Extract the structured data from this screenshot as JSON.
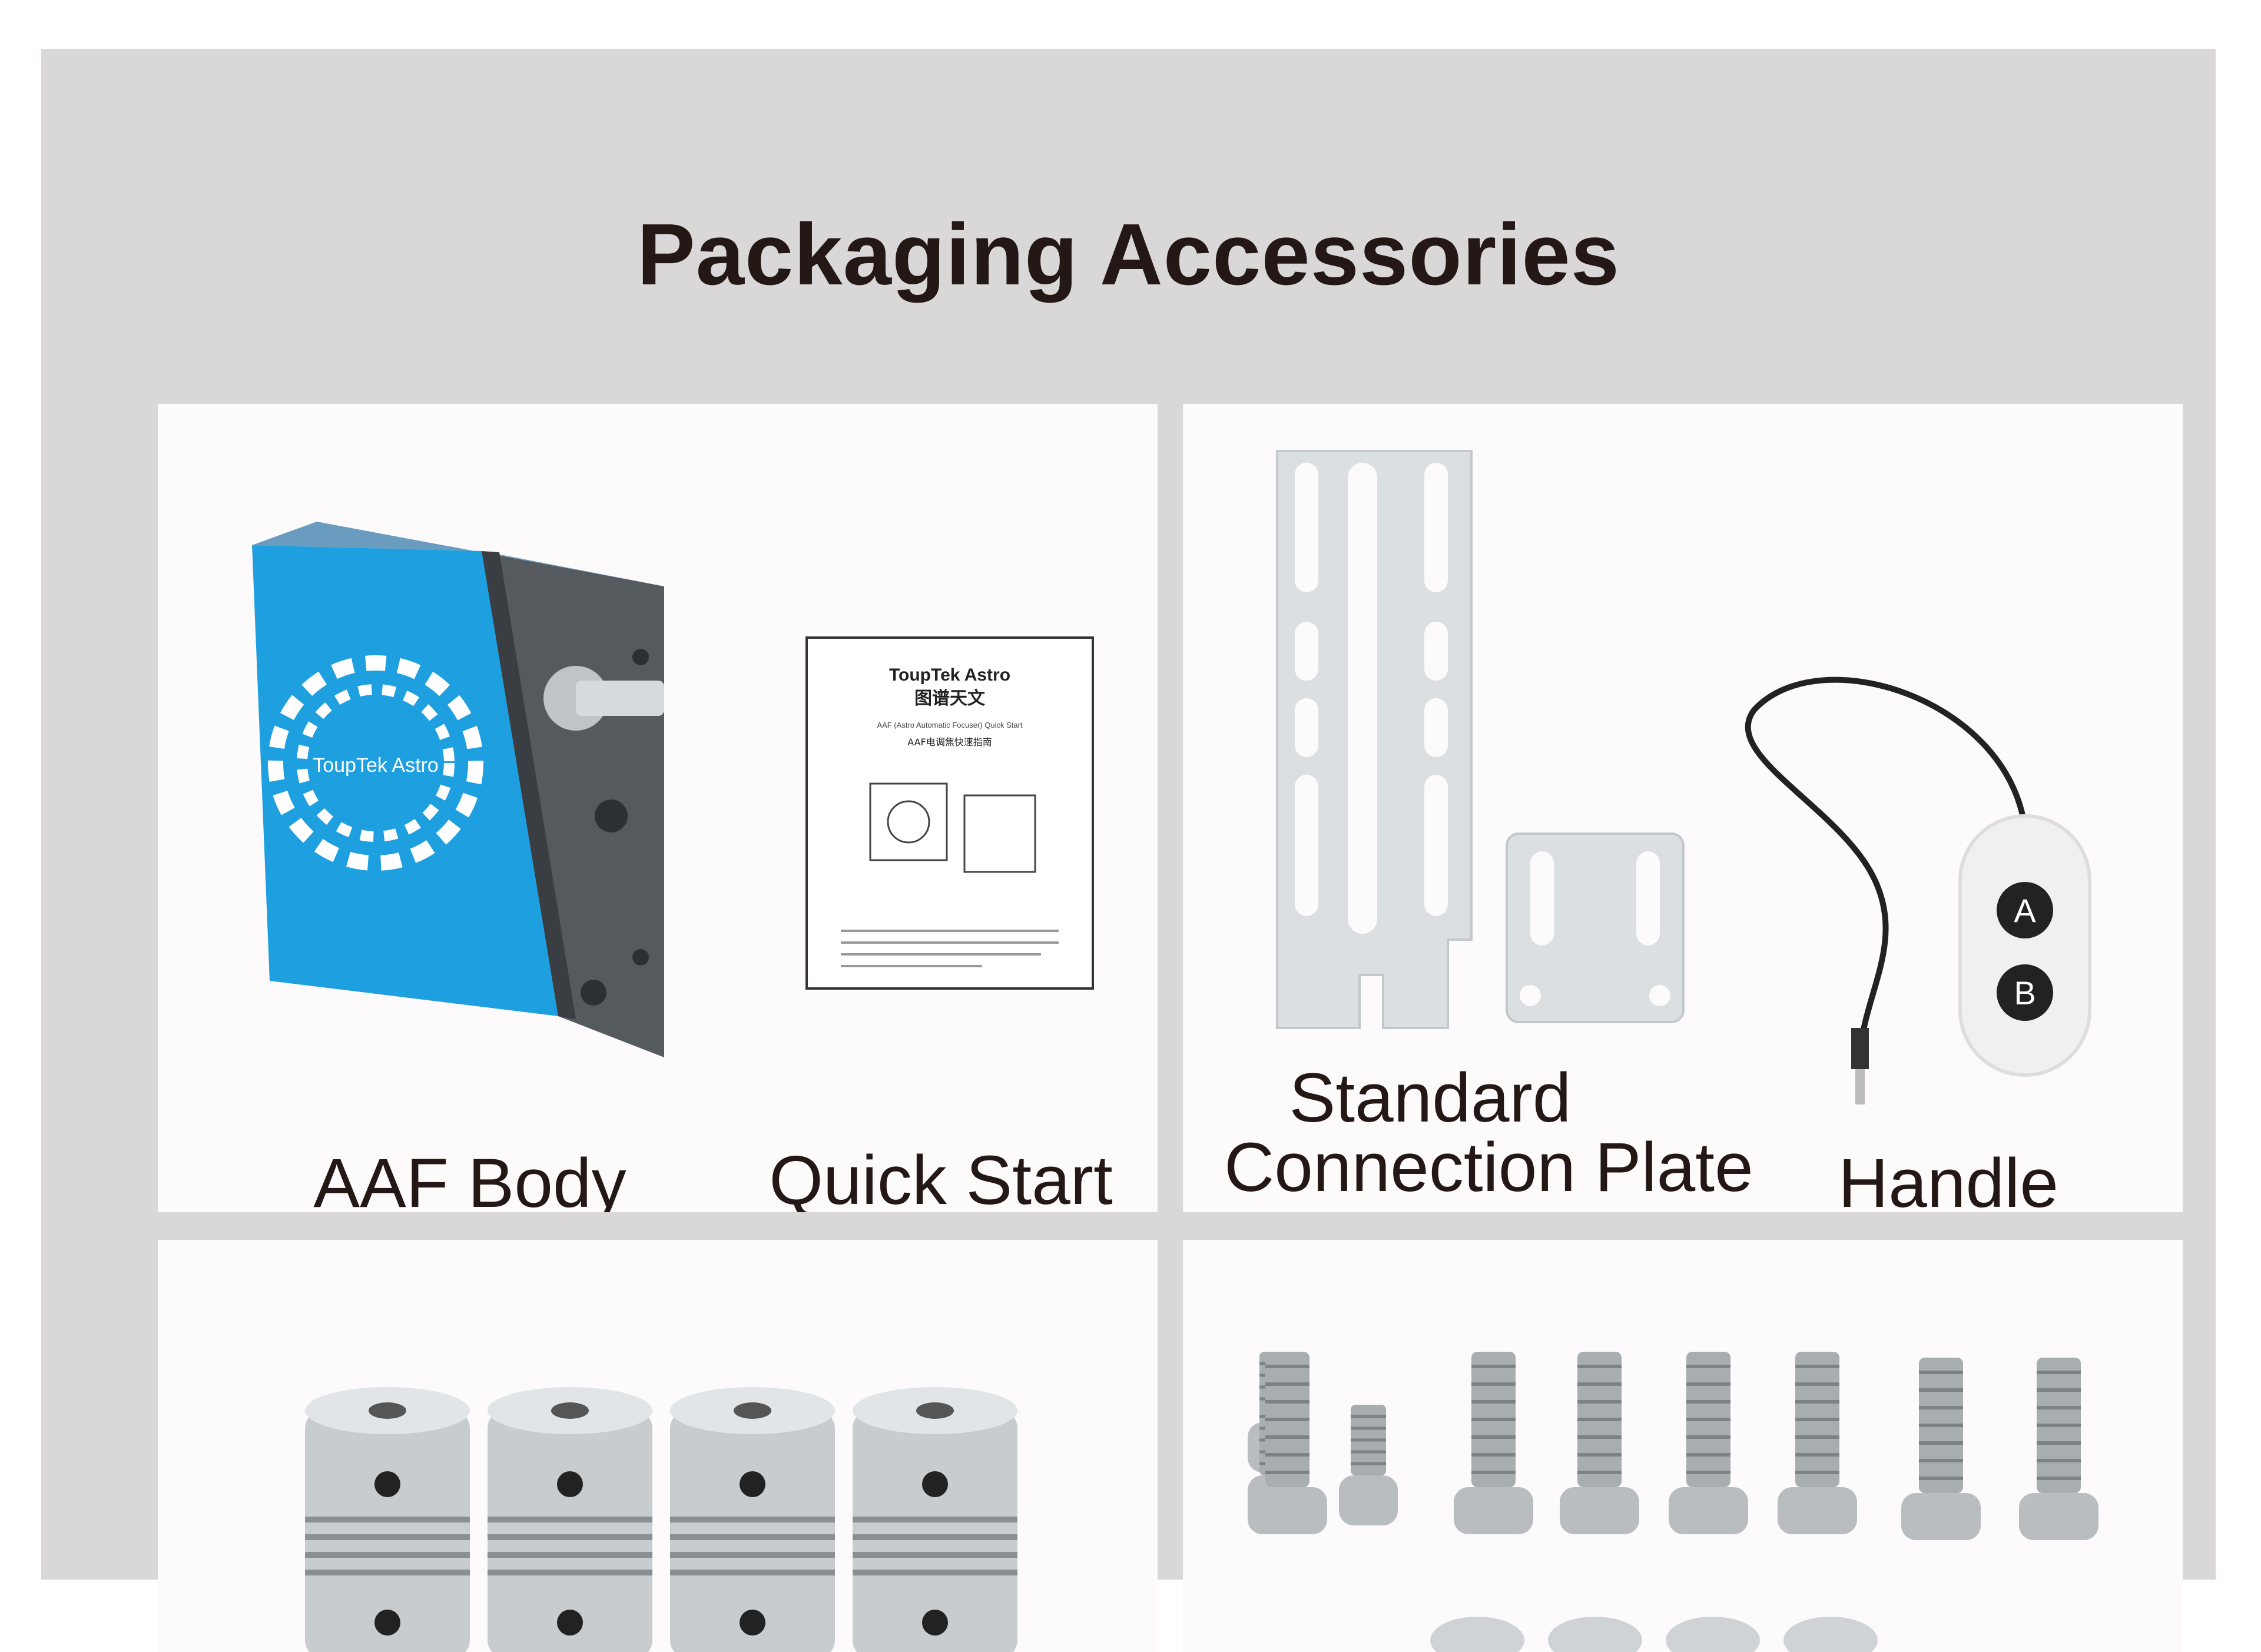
{
  "heading": "Packaging Accessories",
  "items": {
    "aaf_body": {
      "label": "AAF Body",
      "brand": "ToupTek Astro"
    },
    "quick_start": {
      "label": "Quick Start",
      "doc_brand": "ToupTek Astro",
      "doc_brand_cn": "图谱天文",
      "doc_subtitle": "AAF (Astro Automatic Focuser) Quick Start",
      "doc_subtitle_cn": "AAF电调焦快速指南"
    },
    "connection_plate": {
      "label_line1": "Standard",
      "label_line2": "Connection Plate"
    },
    "handle": {
      "label": "Handle",
      "button_a": "A",
      "button_b": "B"
    }
  },
  "colors": {
    "panel": "#d9d7d7",
    "card": "#fcfafa",
    "text": "#231815",
    "body_blue": "#1e9fe0"
  }
}
